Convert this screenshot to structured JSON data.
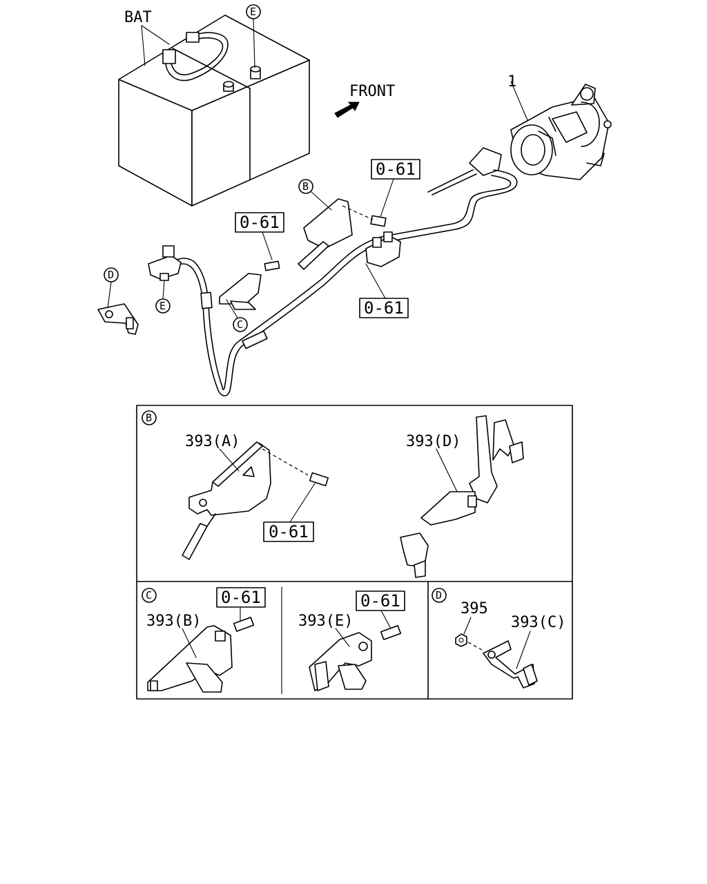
{
  "main_diagram": {
    "battery_label": "BAT",
    "front_label": "FRONT",
    "part_starter": "1",
    "ref_e_top": "E",
    "ref_e_left": "E",
    "ref_b": "B",
    "ref_c": "C",
    "ref_d": "D",
    "bolt_ref_1": "0-61",
    "bolt_ref_2": "0-61",
    "bolt_ref_3": "0-61"
  },
  "detail_b": {
    "marker": "B",
    "part_a": "393(A)",
    "part_d": "393(D)",
    "bolt_ref": "0-61"
  },
  "detail_c": {
    "marker": "C",
    "part_b": "393(B)",
    "bolt_ref_1": "0-61",
    "part_e": "393(E)",
    "bolt_ref_2": "0-61"
  },
  "detail_d": {
    "marker": "D",
    "nut": "395",
    "part_c": "393(C)"
  }
}
